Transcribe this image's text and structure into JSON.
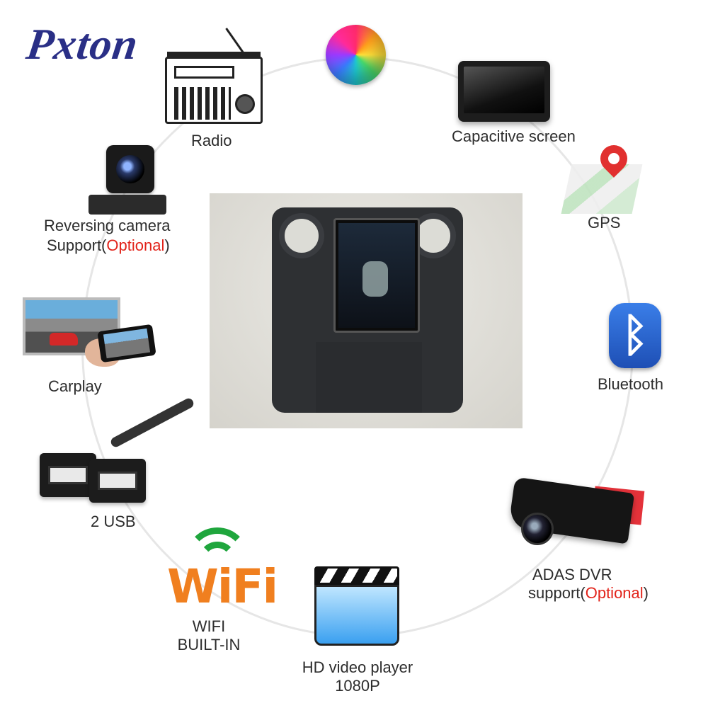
{
  "brand": "Pxton",
  "features": {
    "radio": "Radio",
    "capacitive_screen": "Capacitive screen",
    "gps": "GPS",
    "bluetooth": "Bluetooth",
    "reversing_camera_line1": "Reversing camera",
    "reversing_camera_support": "Support(",
    "reversing_camera_optional": "Optional",
    "reversing_camera_close": ")",
    "carplay": "Carplay",
    "usb": "2 USB",
    "wifi_line1": "WIFI",
    "wifi_line2": "BUILT-IN",
    "wifi_logo": "WiFi",
    "video_line1": "HD video player",
    "video_line2": "1080P",
    "dvr_line1": "ADAS DVR",
    "dvr_support": "support(",
    "dvr_optional": "Optional",
    "dvr_close": ")"
  },
  "icons": {
    "bluetooth_symbol": "ᛒ"
  },
  "colors": {
    "brand": "#2a2f86",
    "optional": "#e2231a",
    "wifi_orange": "#f07f1f",
    "wifi_green": "#1fa63d",
    "bluetooth_blue": "#2a66d2"
  }
}
